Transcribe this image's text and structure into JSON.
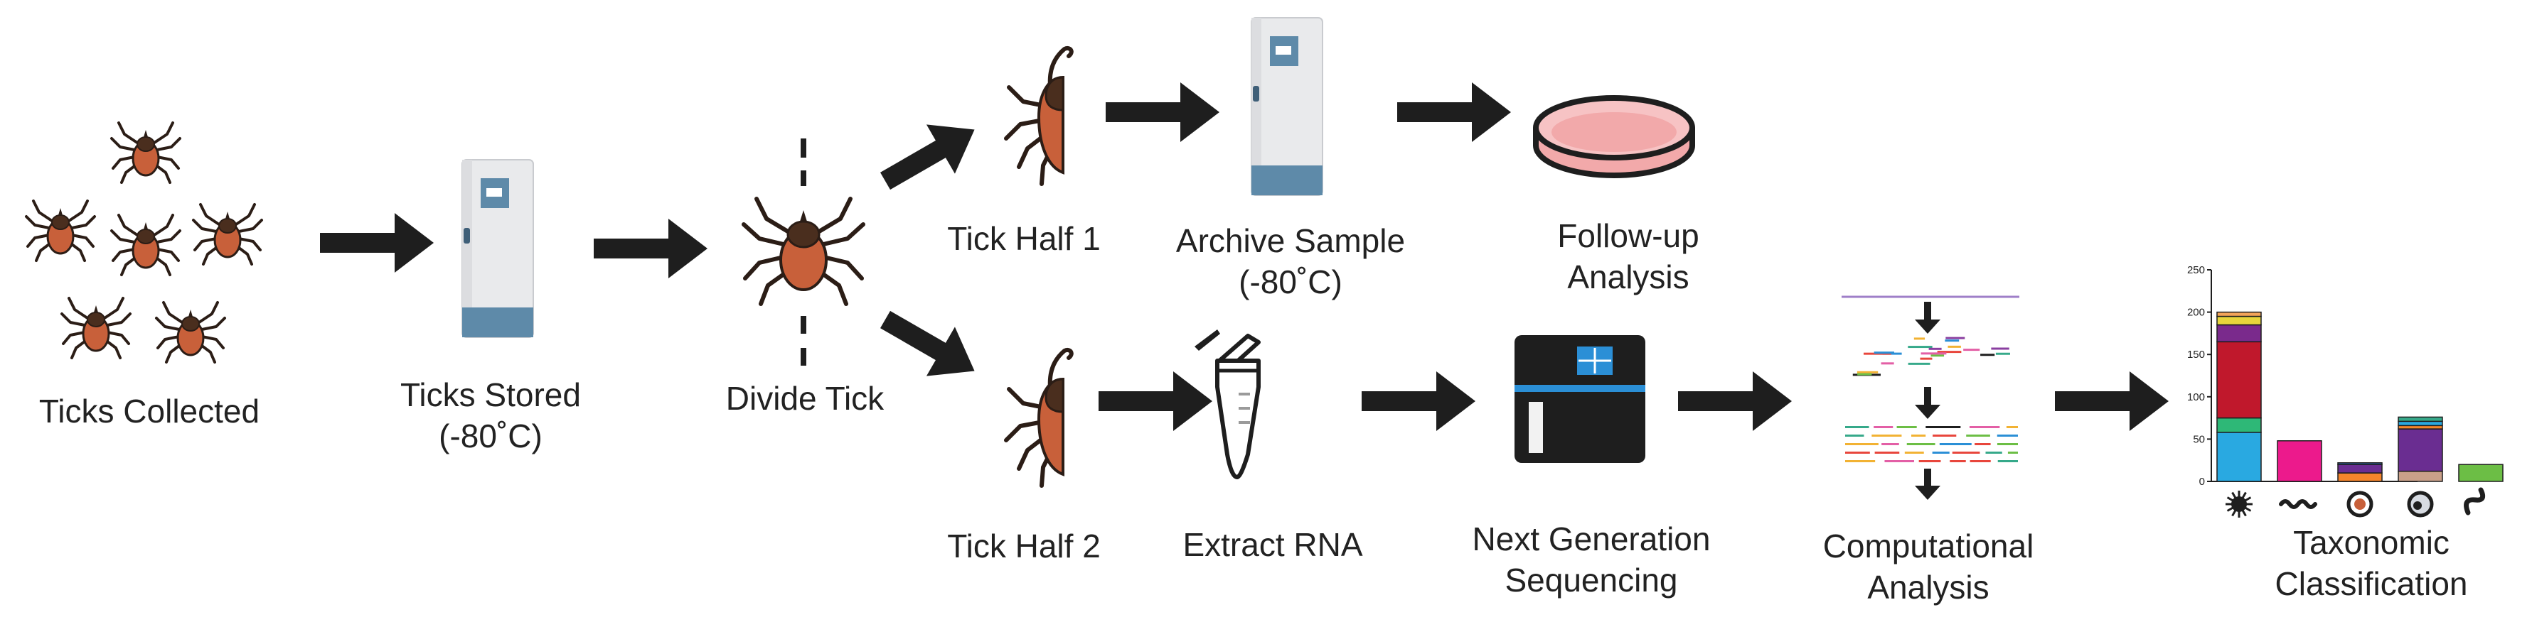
{
  "labels": {
    "ticks_collected": "Ticks Collected",
    "ticks_stored_1": "Ticks Stored",
    "ticks_stored_2": "(-80˚C)",
    "divide_tick": "Divide Tick",
    "tick_half_1": "Tick Half 1",
    "tick_half_2": "Tick Half 2",
    "archive_1": "Archive Sample",
    "archive_2": "(-80˚C)",
    "followup_1": "Follow-up",
    "followup_2": "Analysis",
    "extract_rna": "Extract RNA",
    "ngs_1": "Next Generation",
    "ngs_2": "Sequencing",
    "comp_1": "Computational",
    "comp_2": "Analysis",
    "tax_1": "Taxonomic",
    "tax_2": "Classification"
  },
  "colors": {
    "tick_body": "#c8603a",
    "tick_dark": "#4a2e1e",
    "tick_outline": "#2b1d16",
    "freezer_body": "#e9eaec",
    "freezer_band": "#5e8aa9",
    "dish_fill": "#f2a9aa",
    "arrow": "#1e1e1e",
    "sequencer_accent": "#2b8fd6"
  },
  "chart_data": {
    "type": "bar",
    "stacked": true,
    "ylim": [
      0,
      250
    ],
    "yticks": [
      0,
      50,
      100,
      150,
      200,
      250
    ],
    "categories": [
      "virus-icon",
      "bacteria-icon",
      "protist-icon",
      "fungi-icon",
      "nematode-icon"
    ],
    "series": [
      {
        "color": "#29a9e1",
        "values": [
          58,
          0,
          0,
          0,
          0
        ]
      },
      {
        "color": "#2eb877",
        "values": [
          17,
          0,
          0,
          0,
          0
        ]
      },
      {
        "color": "#c0182c",
        "values": [
          90,
          0,
          0,
          0,
          0
        ]
      },
      {
        "color": "#7a2a8c",
        "values": [
          20,
          0,
          0,
          0,
          0
        ]
      },
      {
        "color": "#e8d53c",
        "values": [
          10,
          0,
          0,
          0,
          0
        ]
      },
      {
        "color": "#f3a45a",
        "values": [
          5,
          0,
          0,
          0,
          0
        ]
      },
      {
        "color": "#ec1a8c",
        "values": [
          0,
          48,
          0,
          0,
          0
        ]
      },
      {
        "color": "#f5852b",
        "values": [
          0,
          0,
          10,
          0,
          0
        ]
      },
      {
        "color": "#6a2d91",
        "values": [
          0,
          0,
          10,
          0,
          0
        ]
      },
      {
        "color": "#2a66b3",
        "values": [
          0,
          0,
          2,
          0,
          0
        ]
      },
      {
        "color": "#c9a089",
        "values": [
          0,
          0,
          0,
          12,
          0
        ]
      },
      {
        "color": "#6a2d91",
        "values": [
          0,
          0,
          0,
          50,
          0
        ]
      },
      {
        "color": "#f5852b",
        "values": [
          0,
          0,
          0,
          4,
          0
        ]
      },
      {
        "color": "#29a9e1",
        "values": [
          0,
          0,
          0,
          5,
          0
        ]
      },
      {
        "color": "#36a98a",
        "values": [
          0,
          0,
          0,
          5,
          0
        ]
      },
      {
        "color": "#6cbe45",
        "values": [
          0,
          0,
          0,
          0,
          20
        ]
      }
    ]
  }
}
